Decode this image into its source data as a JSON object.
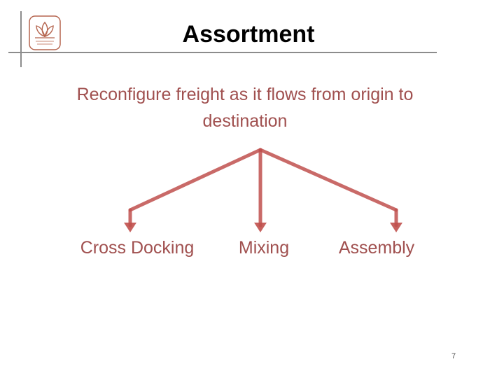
{
  "header": {
    "title": "Assortment"
  },
  "content": {
    "subtitle": "Reconfigure freight as it flows from origin to destination"
  },
  "diagram": {
    "line_color": "#c0504d",
    "text_color": "#a0504f",
    "children": [
      {
        "label": "Cross Docking"
      },
      {
        "label": "Mixing"
      },
      {
        "label": "Assembly"
      }
    ]
  },
  "footer": {
    "page_number": "7"
  },
  "logo": {
    "icon": "lotus-emblem-icon"
  }
}
